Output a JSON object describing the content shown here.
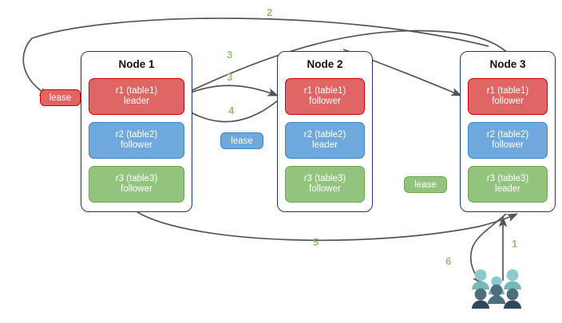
{
  "diagram": {
    "title": "raft-lease-topology",
    "colors": {
      "red_fill": "#e06666",
      "red_border": "#cc0000",
      "blue_fill": "#6fa8dc",
      "blue_border": "#3d85c6",
      "green_fill": "#93c47d",
      "green_border": "#6aa84f",
      "node_border": "#1f3864",
      "arrow": "#555555",
      "label": "#93c47d",
      "user_light": "#8ecacb",
      "user_mid": "#6fa8ab",
      "user_dark": "#4d6e7d",
      "user_darker": "#2e4a5a"
    }
  },
  "nodes": [
    {
      "name": "Node 1",
      "replicas": [
        {
          "id": "r1 (table1)",
          "role": "leader",
          "color": "red"
        },
        {
          "id": "r2 (table2)",
          "role": "follower",
          "color": "blue"
        },
        {
          "id": "r3 (table3)",
          "role": "follower",
          "color": "green"
        }
      ]
    },
    {
      "name": "Node 2",
      "replicas": [
        {
          "id": "r1 (table1)",
          "role": "follower",
          "color": "red"
        },
        {
          "id": "r2 (table2)",
          "role": "leader",
          "color": "blue"
        },
        {
          "id": "r3 (table3)",
          "role": "follower",
          "color": "green"
        }
      ]
    },
    {
      "name": "Node 3",
      "replicas": [
        {
          "id": "r1 (table1)",
          "role": "follower",
          "color": "red"
        },
        {
          "id": "r2 (table2)",
          "role": "follower",
          "color": "blue"
        },
        {
          "id": "r3 (table3)",
          "role": "leader",
          "color": "green"
        }
      ]
    }
  ],
  "leases": [
    {
      "label": "lease",
      "color": "red"
    },
    {
      "label": "lease",
      "color": "blue"
    },
    {
      "label": "lease",
      "color": "green"
    }
  ],
  "step_labels": [
    {
      "text": "1"
    },
    {
      "text": "2"
    },
    {
      "text": "3"
    },
    {
      "text": "3"
    },
    {
      "text": "4"
    },
    {
      "text": "5"
    },
    {
      "text": "6"
    }
  ],
  "actors": {
    "icon": "users-group-icon"
  }
}
